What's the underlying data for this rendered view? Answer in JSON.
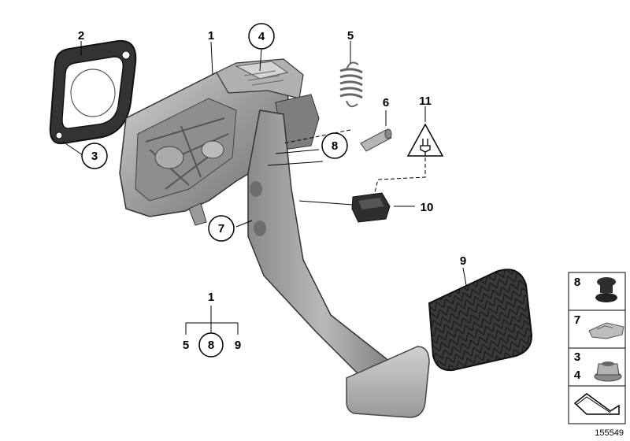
{
  "callouts": {
    "c1_top": "1",
    "c2": "2",
    "c3": "3",
    "c4": "4",
    "c5_top": "5",
    "c6": "6",
    "c7": "7",
    "c8": "8",
    "c9_top": "9",
    "c10": "10",
    "c11": "11",
    "tree_root": "1",
    "tree_left": "5",
    "tree_mid": "8",
    "tree_right": "9"
  },
  "legend": {
    "row1": "8",
    "row2": "7",
    "row3_a": "3",
    "row3_b": "4"
  },
  "reference_number": "155549",
  "icons": {
    "warning": "electrical-warning-icon",
    "back_arrow": "return-arrow-icon"
  },
  "colors": {
    "part_gray": "#9a9a9a",
    "part_dark": "#3a3a3a",
    "part_light": "#c8c8c8",
    "rubber": "#2e2e2e"
  }
}
